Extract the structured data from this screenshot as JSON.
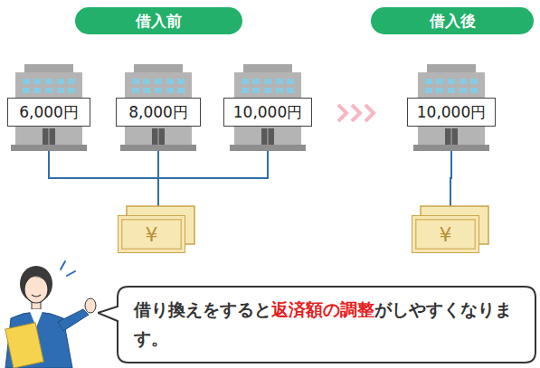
{
  "diagram": {
    "nodes": [
      {
        "text": [
          "借入前"
        ]
      },
      {
        "text": [
          "借入後"
        ]
      },
      {
        "text": [
          "6,000円"
        ]
      },
      {
        "text": [
          "8,000円"
        ]
      },
      {
        "text": [
          "10,000円"
        ]
      },
      {
        "text": [
          "10,000円"
        ]
      },
      {
        "text": [
          "¥"
        ]
      },
      {
        "text": [
          "¥"
        ]
      },
      {
        "text": [
          "借り換えをすると",
          "返済額の調整",
          "がしやすくなります。"
        ]
      }
    ],
    "edges": [
      {
        "from": 2,
        "to": 6,
        "arrow": "none"
      },
      {
        "from": 3,
        "to": 6,
        "arrow": "none"
      },
      {
        "from": 4,
        "to": 6,
        "arrow": "none"
      },
      {
        "from": 5,
        "to": 7,
        "arrow": "none"
      }
    ]
  }
}
